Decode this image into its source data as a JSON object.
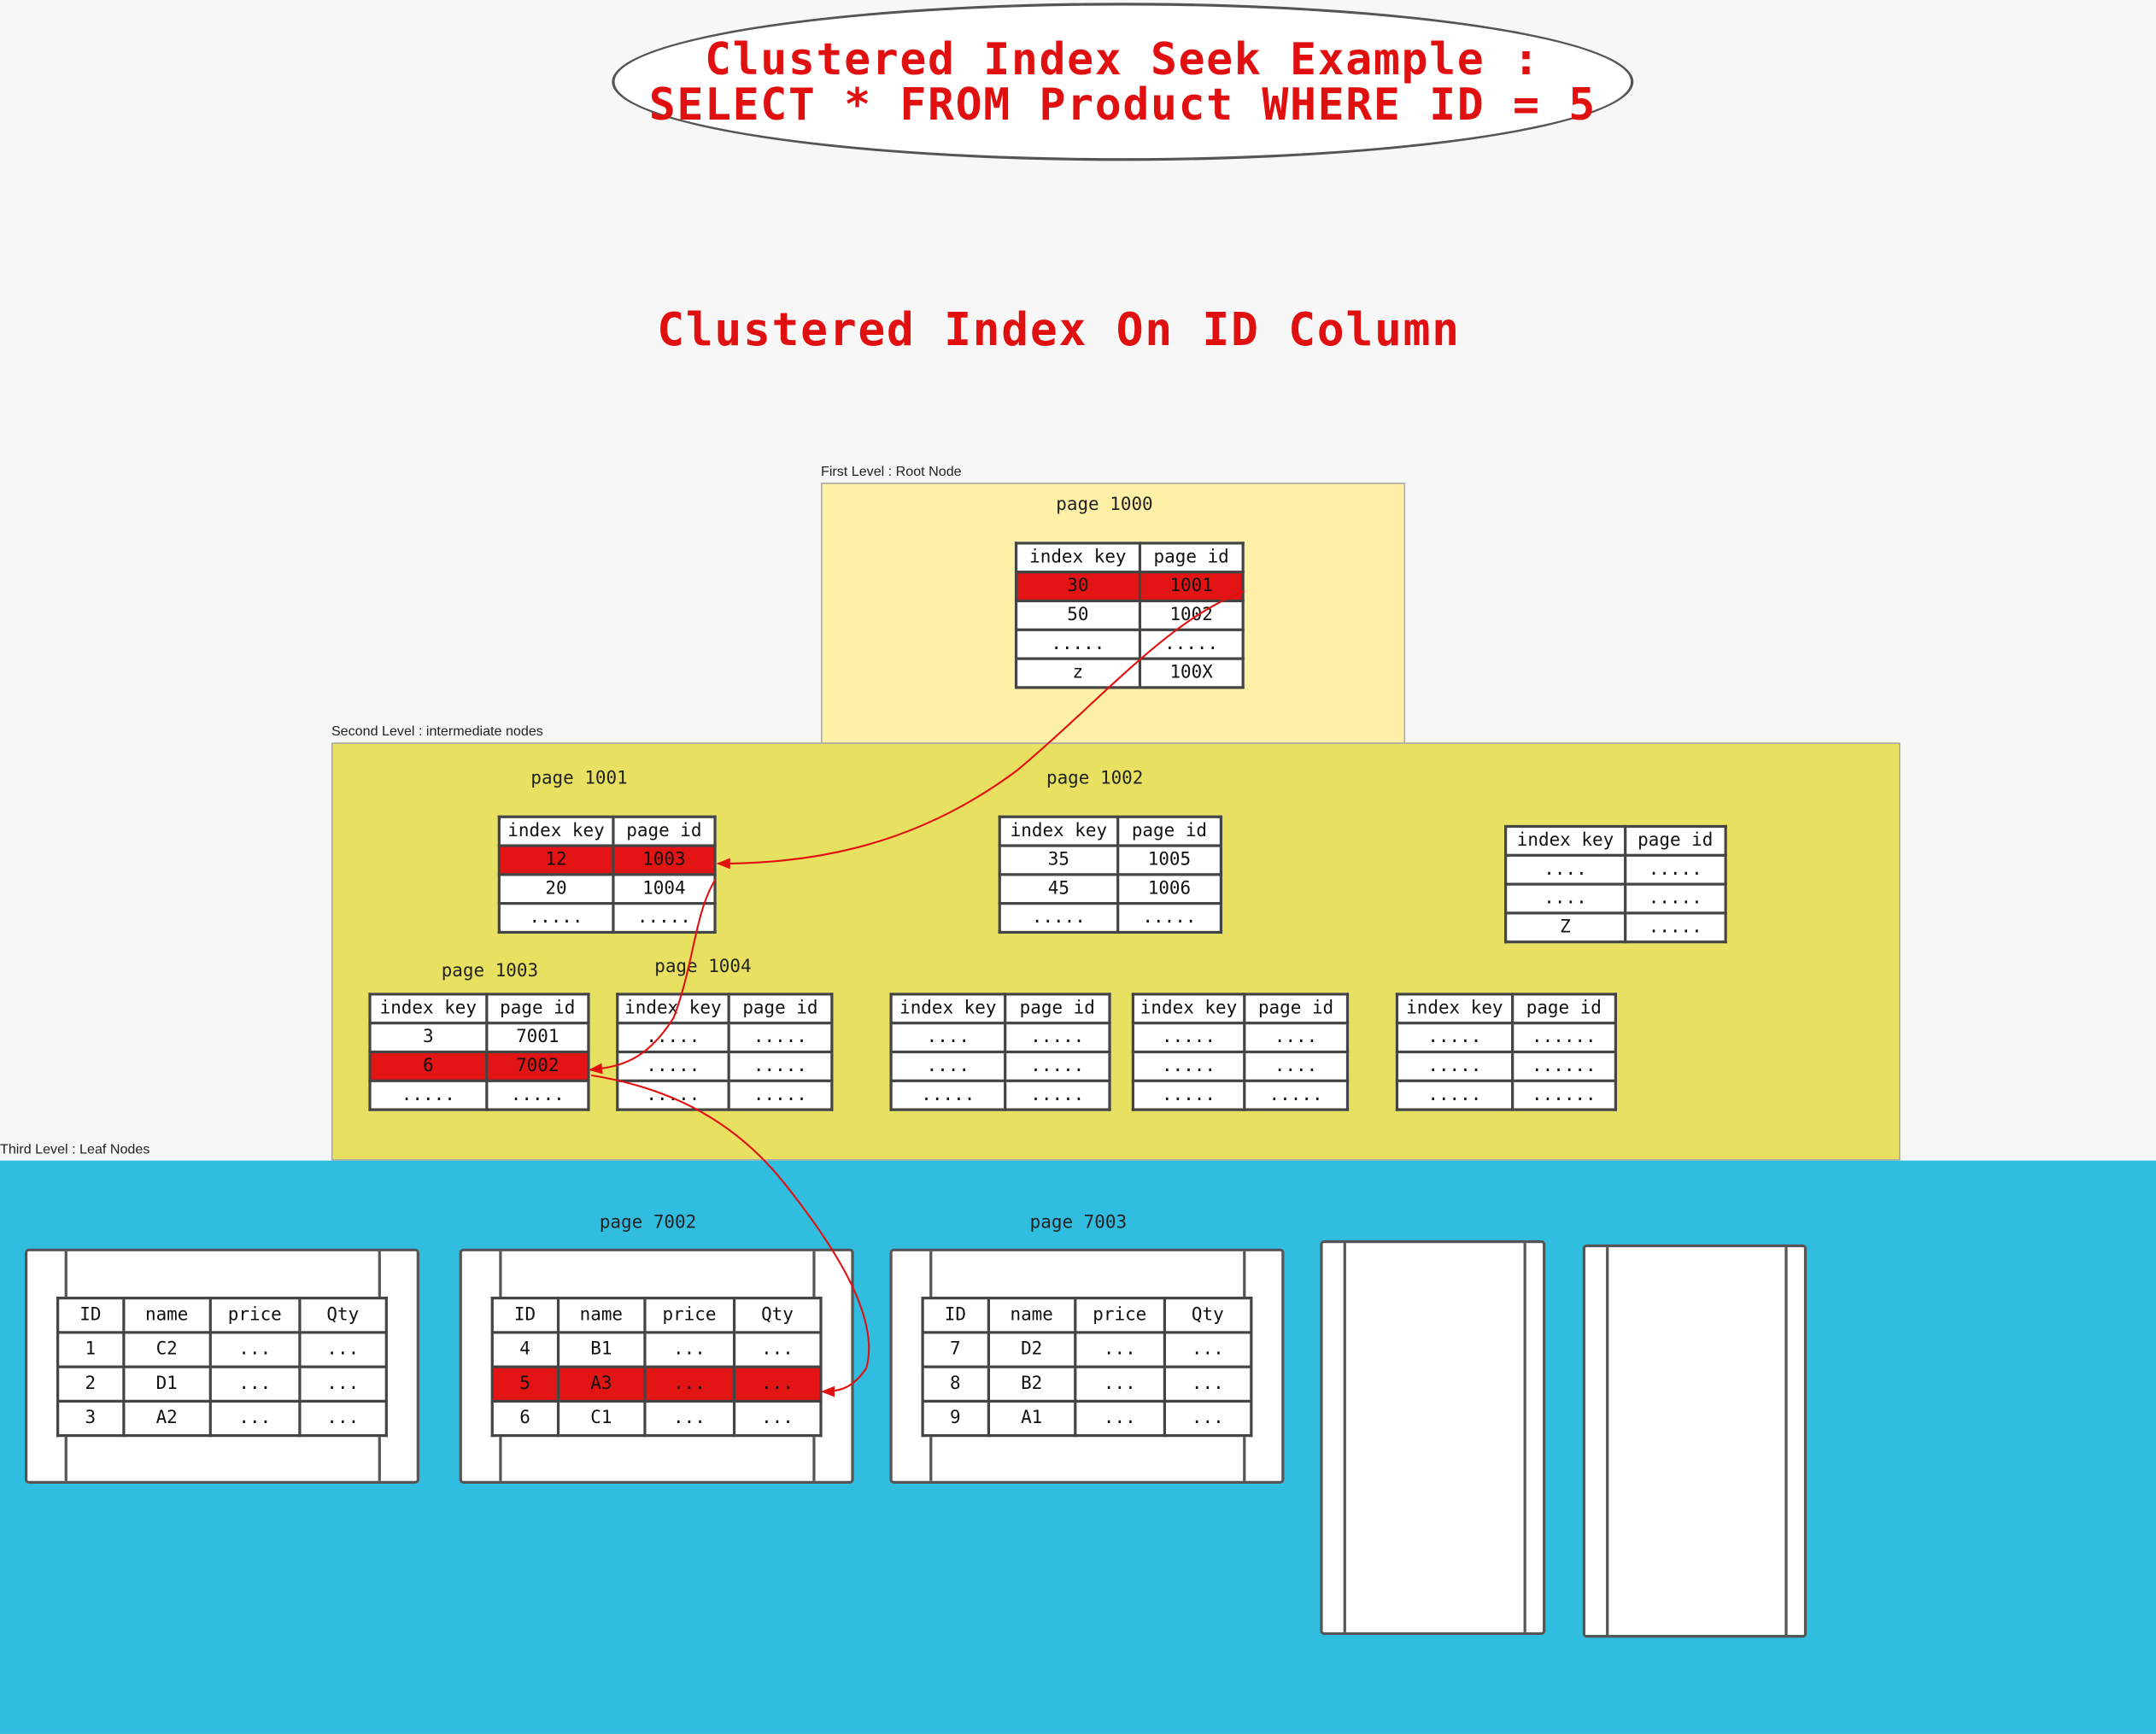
{
  "title": {
    "line1": "Clustered Index Seek Example :",
    "line2": "SELECT * FROM Product WHERE ID = 5"
  },
  "subtitle": "Clustered Index On ID Column",
  "levels": {
    "first": "First Level : Root Node",
    "second": "Second Level : intermediate nodes",
    "third": "Third Level : Leaf Nodes"
  },
  "colors": {
    "highlight": "#e31414",
    "title": "#e01010",
    "root_bg": "#fff0a8",
    "mid_bg": "#e8e060",
    "leaf_bg": "#31bde0",
    "arrow": "#e01010"
  },
  "pages": {
    "root": {
      "label": "page 1000",
      "headers": [
        "index key",
        "page id"
      ],
      "rows": [
        [
          "30",
          "1001"
        ],
        [
          "50",
          "1002"
        ],
        [
          ".....",
          "....."
        ],
        [
          "z",
          "100X"
        ]
      ],
      "highlight": 0
    },
    "p1001": {
      "label": "page 1001",
      "headers": [
        "index key",
        "page id"
      ],
      "rows": [
        [
          "12",
          "1003"
        ],
        [
          "20",
          "1004"
        ],
        [
          ".....",
          "....."
        ]
      ],
      "highlight": 0
    },
    "p1002": {
      "label": "page 1002",
      "headers": [
        "index key",
        "page id"
      ],
      "rows": [
        [
          "35",
          "1005"
        ],
        [
          "45",
          "1006"
        ],
        [
          ".....",
          "....."
        ]
      ]
    },
    "pZ": {
      "headers": [
        "index key",
        "page id"
      ],
      "rows": [
        [
          "....",
          "....."
        ],
        [
          "....",
          "....."
        ],
        [
          "Z",
          "....."
        ]
      ]
    },
    "p1003": {
      "label": "page 1003",
      "headers": [
        "index key",
        "page id"
      ],
      "rows": [
        [
          "3",
          "7001"
        ],
        [
          "6",
          "7002"
        ],
        [
          ".....",
          "....."
        ]
      ],
      "highlight": 1
    },
    "p1004": {
      "label": "page 1004",
      "headers": [
        "index key",
        "page id"
      ],
      "rows": [
        [
          ".....",
          "....."
        ],
        [
          ".....",
          "....."
        ],
        [
          ".....",
          "....."
        ]
      ]
    },
    "m3": {
      "headers": [
        "index key",
        "page id"
      ],
      "rows": [
        [
          "....",
          "....."
        ],
        [
          "....",
          "....."
        ],
        [
          ".....",
          "....."
        ]
      ]
    },
    "m4": {
      "headers": [
        "index key",
        "page id"
      ],
      "rows": [
        [
          ".....",
          "...."
        ],
        [
          ".....",
          "...."
        ],
        [
          ".....",
          "....."
        ]
      ]
    },
    "m5": {
      "headers": [
        "index key",
        "page id"
      ],
      "rows": [
        [
          ".....",
          "......"
        ],
        [
          ".....",
          "......"
        ],
        [
          ".....",
          "......"
        ]
      ]
    }
  },
  "leaves": {
    "l7001": {
      "headers": [
        "ID",
        "name",
        "price",
        "Qty"
      ],
      "rows": [
        [
          "1",
          "C2",
          "...",
          "..."
        ],
        [
          "2",
          "D1",
          "...",
          "..."
        ],
        [
          "3",
          "A2",
          "...",
          "..."
        ]
      ]
    },
    "l7002": {
      "label": "page 7002",
      "headers": [
        "ID",
        "name",
        "price",
        "Qty"
      ],
      "rows": [
        [
          "4",
          "B1",
          "...",
          "..."
        ],
        [
          "5",
          "A3",
          "...",
          "..."
        ],
        [
          "6",
          "C1",
          "...",
          "..."
        ]
      ],
      "highlight": 1
    },
    "l7003": {
      "label": "page 7003",
      "headers": [
        "ID",
        "name",
        "price",
        "Qty"
      ],
      "rows": [
        [
          "7",
          "D2",
          "...",
          "..."
        ],
        [
          "8",
          "B2",
          "...",
          "..."
        ],
        [
          "9",
          "A1",
          "...",
          "..."
        ]
      ]
    }
  }
}
